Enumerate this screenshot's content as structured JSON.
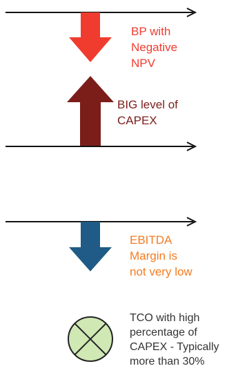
{
  "colors": {
    "red_arrow": "#f03c2e",
    "dark_red_arrow": "#7b1e1a",
    "blue_arrow": "#1f5b86",
    "red_text": "#f03c2e",
    "dark_red_text": "#7b1e1a",
    "orange_text": "#f47b20",
    "tco_text": "#333333",
    "circle_fill": "#cfe8b4",
    "line": "#111111"
  },
  "items": [
    {
      "id": "negative-npv",
      "icon": "arrow-down-icon",
      "label_lines": [
        "BP with",
        "Negative",
        "NPV"
      ]
    },
    {
      "id": "capex",
      "icon": "arrow-up-icon",
      "label_lines": [
        "BIG level of",
        "CAPEX"
      ]
    },
    {
      "id": "ebitda",
      "icon": "arrow-down-icon",
      "label_lines": [
        "EBITDA",
        "Margin is",
        "not very low"
      ]
    },
    {
      "id": "tco",
      "icon": "crossed-circle-icon",
      "label_lines": [
        "TCO with high",
        "percentage of",
        "CAPEX - Typically",
        "more than 30%"
      ]
    }
  ]
}
